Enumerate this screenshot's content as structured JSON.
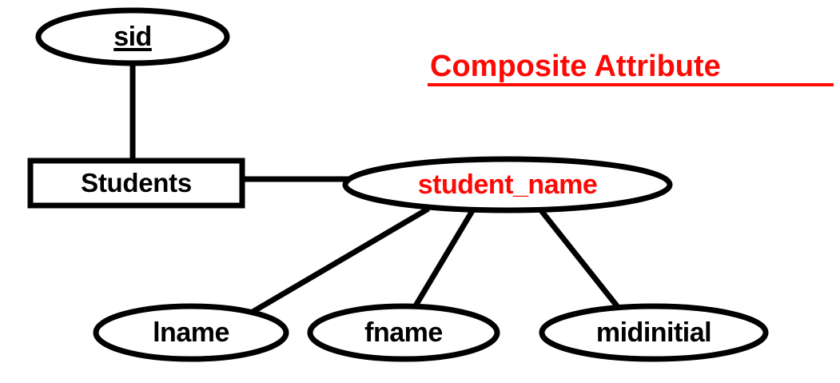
{
  "diagram": {
    "title": "Composite Attribute",
    "title_color": "#fb0a06",
    "background_color": "#ffffff",
    "stroke_color": "#000000",
    "entity": {
      "name": "Students",
      "shape": "rectangle"
    },
    "attributes": [
      {
        "id": "sid",
        "label": "sid",
        "shape": "ellipse",
        "is_key": true,
        "color": "#000000",
        "parent": "Students"
      },
      {
        "id": "student_name",
        "label": "student_name",
        "shape": "ellipse",
        "is_key": false,
        "is_composite": true,
        "color": "#fb0a06",
        "parent": "Students"
      },
      {
        "id": "lname",
        "label": "lname",
        "shape": "ellipse",
        "is_key": false,
        "color": "#000000",
        "parent": "student_name"
      },
      {
        "id": "fname",
        "label": "fname",
        "shape": "ellipse",
        "is_key": false,
        "color": "#000000",
        "parent": "student_name"
      },
      {
        "id": "midinitial",
        "label": "midinitial",
        "shape": "ellipse",
        "is_key": false,
        "color": "#000000",
        "parent": "student_name"
      }
    ],
    "connectors": [
      {
        "from": "Students",
        "to": "sid"
      },
      {
        "from": "Students",
        "to": "student_name"
      },
      {
        "from": "student_name",
        "to": "lname"
      },
      {
        "from": "student_name",
        "to": "fname"
      },
      {
        "from": "student_name",
        "to": "midinitial"
      }
    ]
  }
}
